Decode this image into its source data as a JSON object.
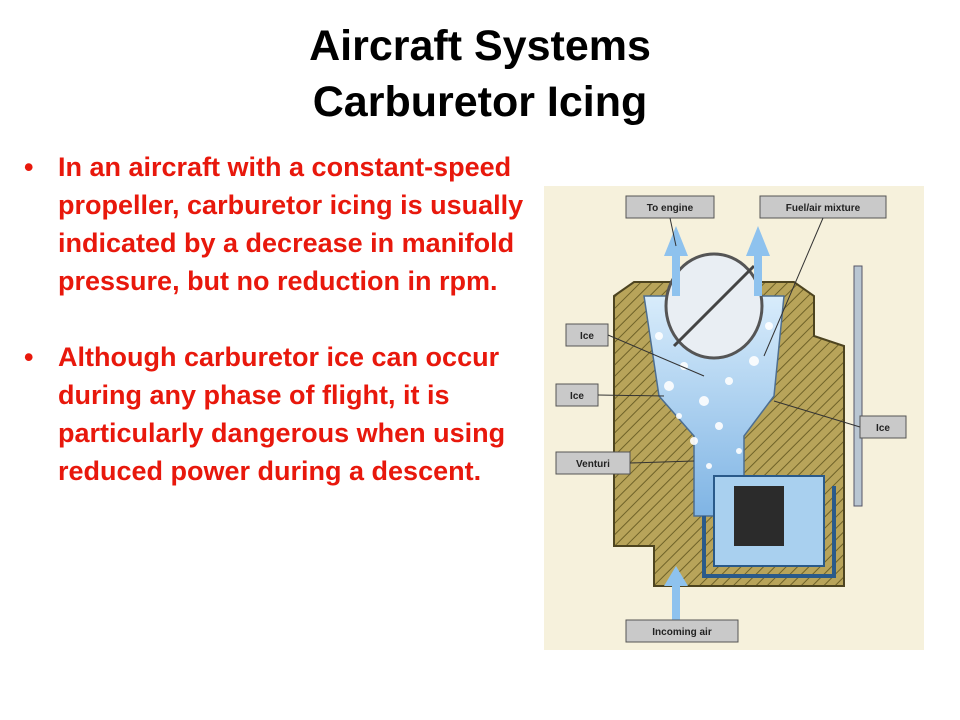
{
  "slide": {
    "title_line1": "Aircraft Systems",
    "title_line2": "Carburetor Icing",
    "bullets": [
      "In an aircraft with a constant-speed propeller, carburetor icing is usually indicated by a decrease in manifold pressure, but no reduction in rpm.",
      "Although carburetor ice can occur during any phase of flight, it is particularly dangerous when using reduced power during a descent."
    ]
  },
  "diagram": {
    "labels": {
      "to_engine": "To engine",
      "fuel_air": "Fuel/air mixture",
      "ice_1": "Ice",
      "ice_2": "Ice",
      "ice_3": "Ice",
      "venturi": "Venturi",
      "incoming_air": "Incoming air"
    },
    "colors": {
      "hatch": "#b8a45a",
      "hatch_line": "#6f6228",
      "air": "#9ec8ec",
      "ice": "#ffffff",
      "label_box": "#c9c9c9",
      "background": "#f6f1dc"
    }
  }
}
